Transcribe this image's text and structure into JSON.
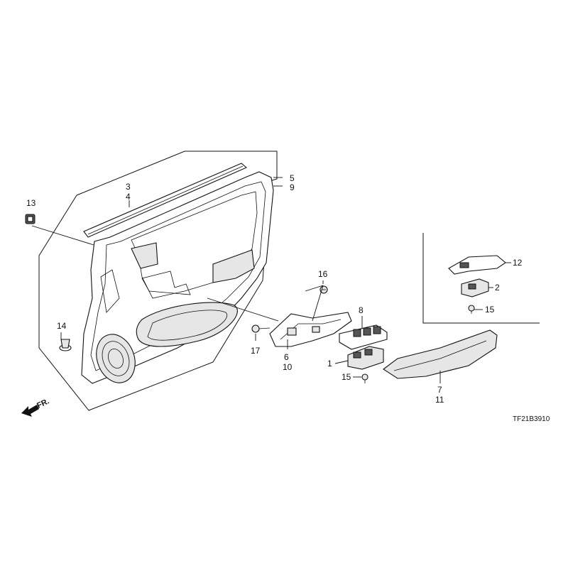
{
  "diagram": {
    "drawing_code": "TF21B3910",
    "front_indicator": "FR.",
    "callouts": {
      "p1": "1",
      "p2": "2",
      "p3": "3",
      "p4": "4",
      "p5": "5",
      "p6": "6",
      "p7": "7",
      "p8": "8",
      "p9": "9",
      "p10": "10",
      "p11": "11",
      "p12": "12",
      "p13": "13",
      "p14": "14",
      "p15a": "15",
      "p15b": "15",
      "p16": "16",
      "p17": "17"
    }
  }
}
